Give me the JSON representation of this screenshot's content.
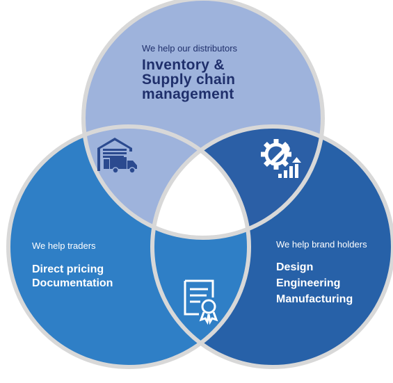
{
  "top_circle": {
    "subtitle": "We help our distributors",
    "lines": [
      "Inventory &",
      "Supply chain",
      "management"
    ]
  },
  "left_circle": {
    "subtitle": "We help traders",
    "lines": [
      "Direct pricing",
      "Documentation"
    ]
  },
  "right_circle": {
    "subtitle": "We help brand holders",
    "lines": [
      "Design",
      "Engineering",
      "Manufacturing"
    ]
  },
  "icons": {
    "top_left_overlap": "warehouse-truck-icon",
    "top_right_overlap": "gear-wrench-growth-icon",
    "bottom_overlap": "certificate-document-icon"
  },
  "colors": {
    "top_circle": "#9eb3dc",
    "left_circle": "#2f7fc6",
    "right_circle": "#2761a8",
    "top_right_overlap": "#2b5fa6",
    "dark_text": "#1f2f6b",
    "border": "#d8d8d8"
  }
}
